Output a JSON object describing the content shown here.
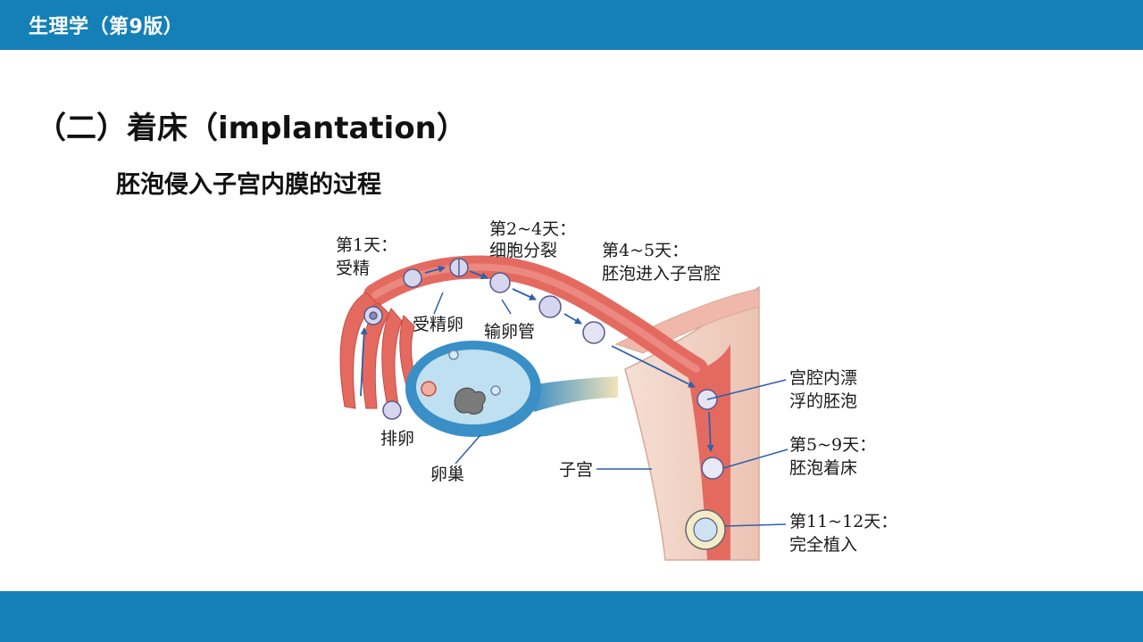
{
  "header": {
    "title": "生理学（第9版）"
  },
  "slide": {
    "heading": "（二）着床（implantation）",
    "subheading": "胚泡侵入子宫内膜的过程"
  },
  "diagram": {
    "labels": {
      "day1_a": "第1天：",
      "day1_b": "受精",
      "day24_a": "第2~4天：",
      "day24_b": "细胞分裂",
      "day45_a": "第4~5天：",
      "day45_b": "胚泡进入子宫腔",
      "fertilized_egg": "受精卵",
      "oviduct": "输卵管",
      "ovulation": "排卵",
      "ovary": "卵巢",
      "uterus": "子宫",
      "floating_a": "宫腔内漂",
      "floating_b": "浮的胚泡",
      "day59_a": "第5~9天：",
      "day59_b": "胚泡着床",
      "day1112_a": "第11~12天：",
      "day1112_b": "完全植入"
    },
    "colors": {
      "tube": "#e46a60",
      "tube_light": "#f0a39a",
      "ovary_fill": "#bfe0f0",
      "ovary_wall": "#3a8fc7",
      "uterus_wall": "#f2cfc1",
      "arrow": "#2f5fa8"
    }
  }
}
